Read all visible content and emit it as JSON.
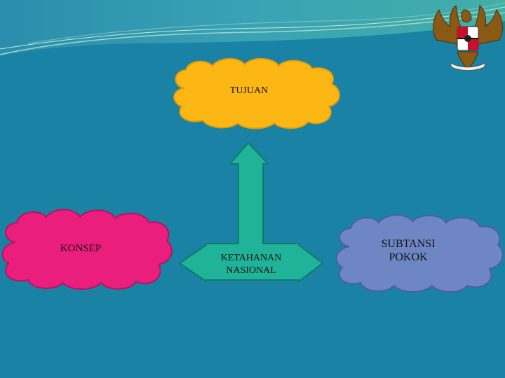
{
  "diagram": {
    "nodes": {
      "top": {
        "label": "TUJUAN"
      },
      "left": {
        "label": "KONSEP"
      },
      "center": {
        "label_line1": "KETAHANAN",
        "label_line2": "NASIONAL"
      },
      "right": {
        "label_line1": "SUBTANSI",
        "label_line2": "POKOK"
      }
    }
  },
  "colors": {
    "background": "#1a82a4",
    "top_cloud": "#fdb714",
    "left_cloud": "#ea1f7d",
    "right_cloud": "#6f86c4",
    "arrow": "#1fb39a"
  },
  "emblem": {
    "name": "garuda-emblem"
  }
}
